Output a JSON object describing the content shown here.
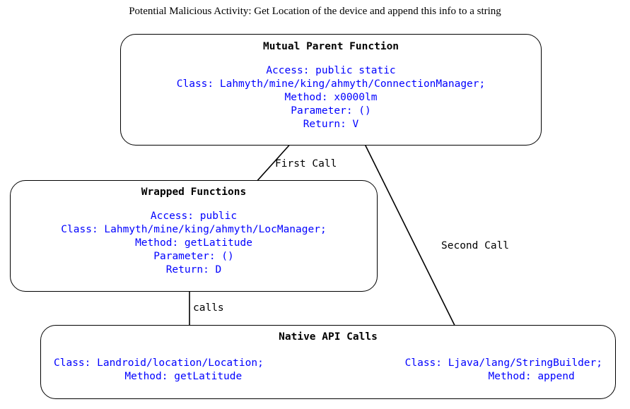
{
  "title": "Potential Malicious Activity: Get Location of the device and append this info to a string",
  "colors": {
    "text_blue": "#0000FF",
    "text_black": "#000000",
    "box_border": "#000000",
    "background": "#FFFFFF"
  },
  "nodes": {
    "parent": {
      "heading": "Mutual Parent Function",
      "lines": [
        "Access: public static",
        "Class: Lahmyth/mine/king/ahmyth/ConnectionManager;",
        "Method: x0000lm",
        "Parameter: ()",
        "Return: V"
      ],
      "body": "Access: public static\nClass: Lahmyth/mine/king/ahmyth/ConnectionManager;\nMethod: x0000lm\nParameter: ()\nReturn: V"
    },
    "wrapped": {
      "heading": "Wrapped Functions",
      "lines": [
        "Access: public",
        "Class: Lahmyth/mine/king/ahmyth/LocManager;",
        "Method: getLatitude",
        "Parameter: ()",
        "Return: D"
      ],
      "body": "Access: public\nClass: Lahmyth/mine/king/ahmyth/LocManager;\nMethod: getLatitude\nParameter: ()\nReturn: D"
    },
    "native": {
      "heading": "Native API Calls",
      "left_lines": [
        "Class: Landroid/location/Location;",
        "Method: getLatitude"
      ],
      "right_lines": [
        "Class: Ljava/lang/StringBuilder;",
        "Method: append"
      ],
      "left_body": "Class: Landroid/location/Location;\n        Method: getLatitude",
      "right_body": "Class: Ljava/lang/StringBuilder;\n         Method: append"
    }
  },
  "edges": [
    {
      "id": "first-call",
      "label": "First Call",
      "from": "parent",
      "to": "wrapped"
    },
    {
      "id": "second-call",
      "label": "Second Call",
      "from": "parent",
      "to": "native"
    },
    {
      "id": "calls",
      "label": "calls",
      "from": "wrapped",
      "to": "native"
    }
  ]
}
